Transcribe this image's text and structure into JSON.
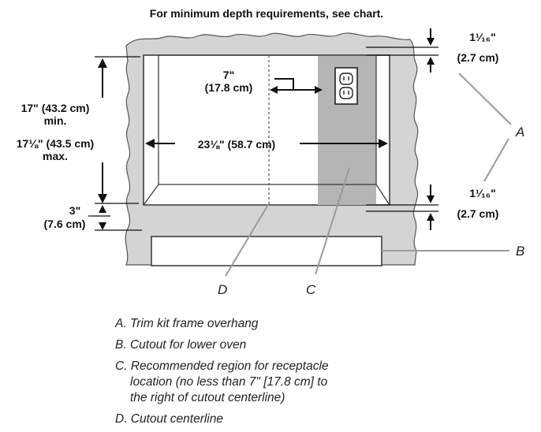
{
  "header": {
    "note": "For minimum depth requirements, see chart."
  },
  "dimensions": {
    "top_overhang": {
      "line1": "1¹⁄₁₆\"",
      "line2": "(2.7 cm)"
    },
    "bottom_overhang": {
      "line1": "1¹⁄₁₆\"",
      "line2": "(2.7 cm)"
    },
    "receptacle_offset": {
      "line1": "7\"",
      "line2": "(17.8 cm)"
    },
    "height": {
      "line1": "17\" (43.2 cm)",
      "line2": "min.",
      "line3": "17⅛\" (43.5 cm)",
      "line4": "max."
    },
    "width": {
      "text": "23⅛\" (58.7 cm)"
    },
    "bottom_gap": {
      "line1": "3\"",
      "line2": "(7.6 cm)"
    }
  },
  "callouts": {
    "A": "A",
    "B": "B",
    "C": "C",
    "D": "D"
  },
  "legend": [
    {
      "line1": "A. Trim kit frame overhang"
    },
    {
      "line1": "B. Cutout for lower oven"
    },
    {
      "line1": "C. Recommended region for receptacle",
      "line2": "location (no less than 7\" [17.8 cm] to",
      "line3": "the right of cutout centerline)"
    },
    {
      "line1": "D. Cutout centerline"
    }
  ]
}
